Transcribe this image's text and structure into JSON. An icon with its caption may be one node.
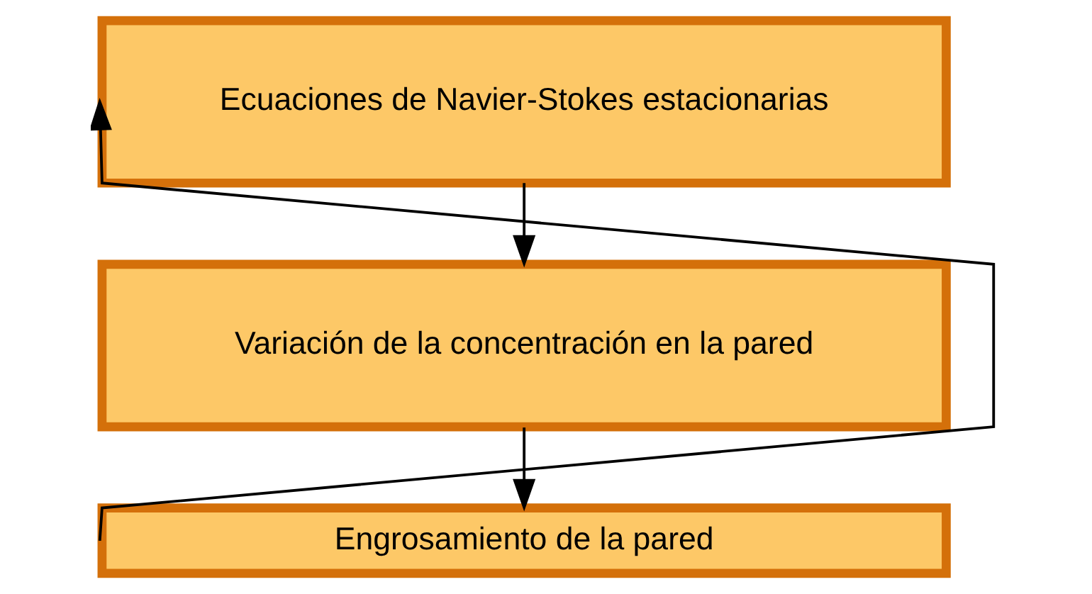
{
  "diagram": {
    "nodes": [
      {
        "text": [
          "Ecuaciones de Navier-Stokes estacionarias"
        ]
      },
      {
        "text": [
          "Variación de la concentración en la pared"
        ]
      },
      {
        "text": [
          "Engrosamiento de la pared"
        ]
      }
    ],
    "edges": [
      {
        "from": 0,
        "to": 1,
        "arrow": "to"
      },
      {
        "from": 1,
        "to": 2,
        "arrow": "to"
      },
      {
        "from": 2,
        "to": 0,
        "arrow": "to"
      }
    ]
  }
}
